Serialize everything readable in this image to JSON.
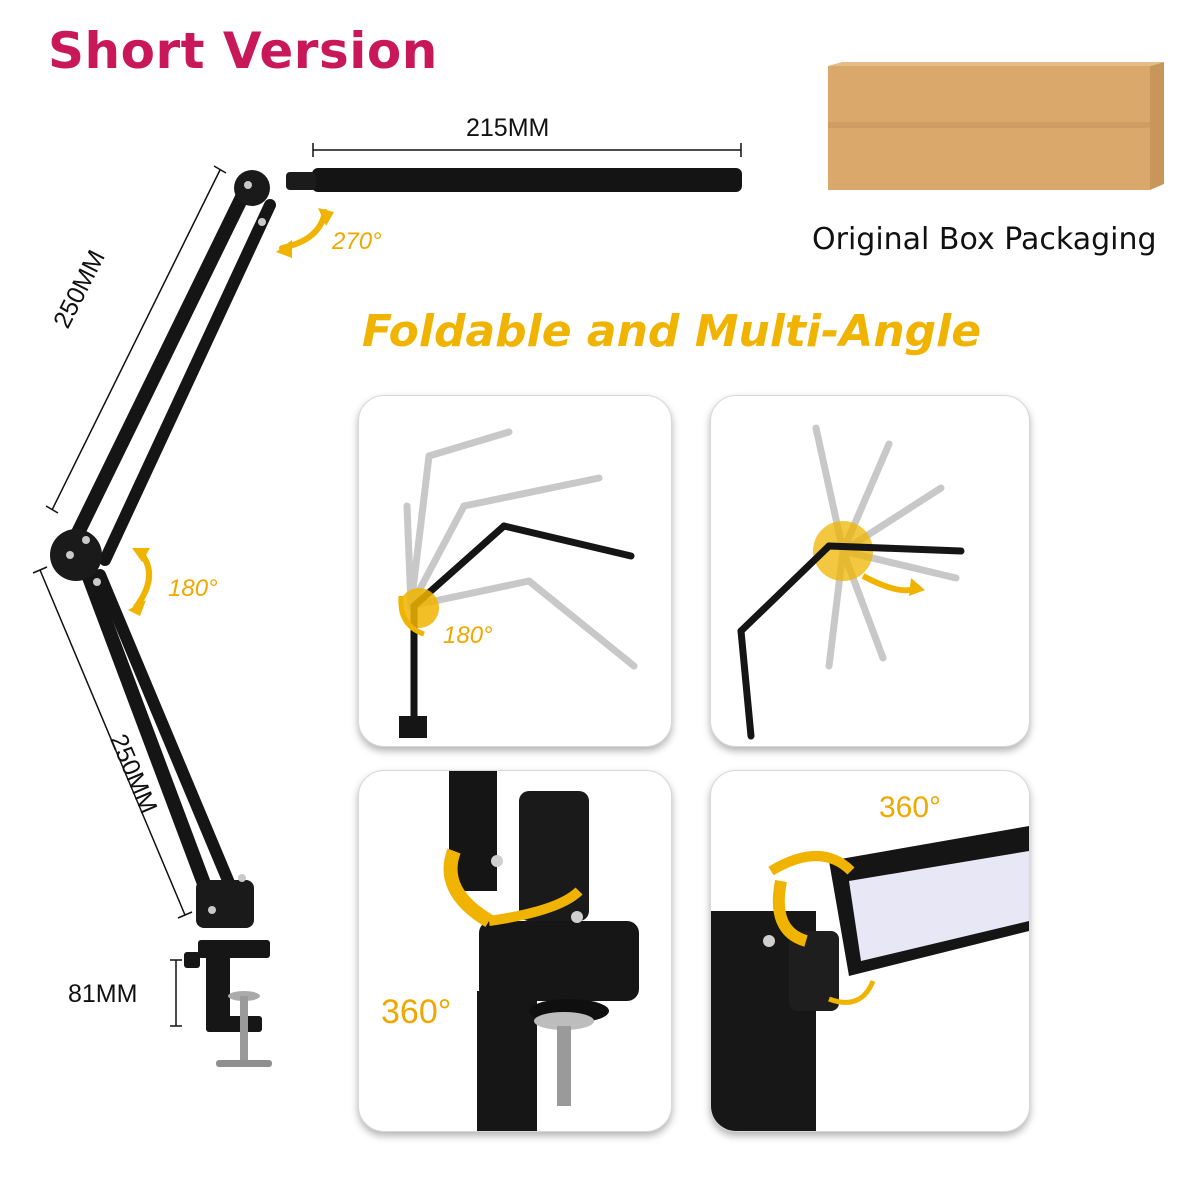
{
  "header": {
    "title": "Short Version"
  },
  "dimensions": {
    "head_width": "215MM",
    "upper_arm": "250MM",
    "lower_arm": "250MM",
    "clamp": "81MM"
  },
  "angles": {
    "head_joint": "270°",
    "elbow_joint": "180°",
    "panel1": "180°",
    "panel3": "360°",
    "panel4": "360°"
  },
  "packaging": {
    "label": "Original Box  Packaging"
  },
  "feature": {
    "heading": "Foldable and Multi-Angle"
  },
  "colors": {
    "title": "#c8185a",
    "accent": "#f0b400",
    "box": "#d9a86a"
  },
  "icons": [
    "rotation-arrow-icon",
    "dimension-line-icon"
  ]
}
